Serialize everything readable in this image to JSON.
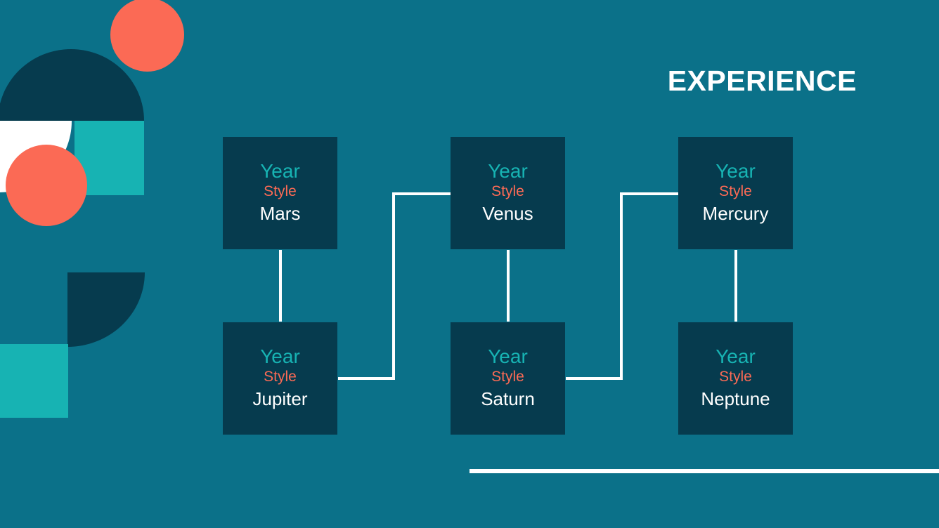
{
  "slide": {
    "title": "EXPERIENCE",
    "background_color": "#0b7189"
  },
  "palette": {
    "background": "#0b7189",
    "card": "#063b4e",
    "accent_teal": "#17b3b3",
    "accent_coral": "#fb6a55",
    "white": "#ffffff",
    "navy": "#063b4e"
  },
  "decorations": [
    {
      "name": "circle-coral-top",
      "shape": "circle",
      "color": "#fb6a55"
    },
    {
      "name": "dome-navy",
      "shape": "semicircle",
      "color": "#063b4e"
    },
    {
      "name": "square-teal-top",
      "shape": "square",
      "color": "#17b3b3"
    },
    {
      "name": "halfdisc-white",
      "shape": "semicircle",
      "color": "#ffffff"
    },
    {
      "name": "circle-coral-bottom",
      "shape": "circle",
      "color": "#fb6a55"
    },
    {
      "name": "quarter-navy",
      "shape": "quarter-circle",
      "color": "#063b4e"
    },
    {
      "name": "square-teal-bottom",
      "shape": "square",
      "color": "#17b3b3"
    }
  ],
  "timeline": {
    "labels": {
      "year": "Year",
      "style": "Style"
    },
    "cards": [
      {
        "id": "mars",
        "year": "Year",
        "style": "Style",
        "name": "Mars",
        "row": "top",
        "column": 1
      },
      {
        "id": "venus",
        "year": "Year",
        "style": "Style",
        "name": "Venus",
        "row": "top",
        "column": 2
      },
      {
        "id": "mercury",
        "year": "Year",
        "style": "Style",
        "name": "Mercury",
        "row": "top",
        "column": 3
      },
      {
        "id": "jupiter",
        "year": "Year",
        "style": "Style",
        "name": "Jupiter",
        "row": "bottom",
        "column": 1
      },
      {
        "id": "saturn",
        "year": "Year",
        "style": "Style",
        "name": "Saturn",
        "row": "bottom",
        "column": 2
      },
      {
        "id": "neptune",
        "year": "Year",
        "style": "Style",
        "name": "Neptune",
        "row": "bottom",
        "column": 3
      }
    ],
    "connectors": [
      {
        "name": "mars-to-jupiter",
        "type": "vertical"
      },
      {
        "name": "jupiter-to-venus",
        "type": "s-bend"
      },
      {
        "name": "venus-to-saturn",
        "type": "vertical"
      },
      {
        "name": "saturn-to-mercury",
        "type": "s-bend"
      },
      {
        "name": "mercury-to-neptune",
        "type": "vertical"
      }
    ],
    "connector_color": "#ffffff"
  },
  "bottom_rule": {
    "name": "bottom-rule",
    "color": "#ffffff"
  }
}
